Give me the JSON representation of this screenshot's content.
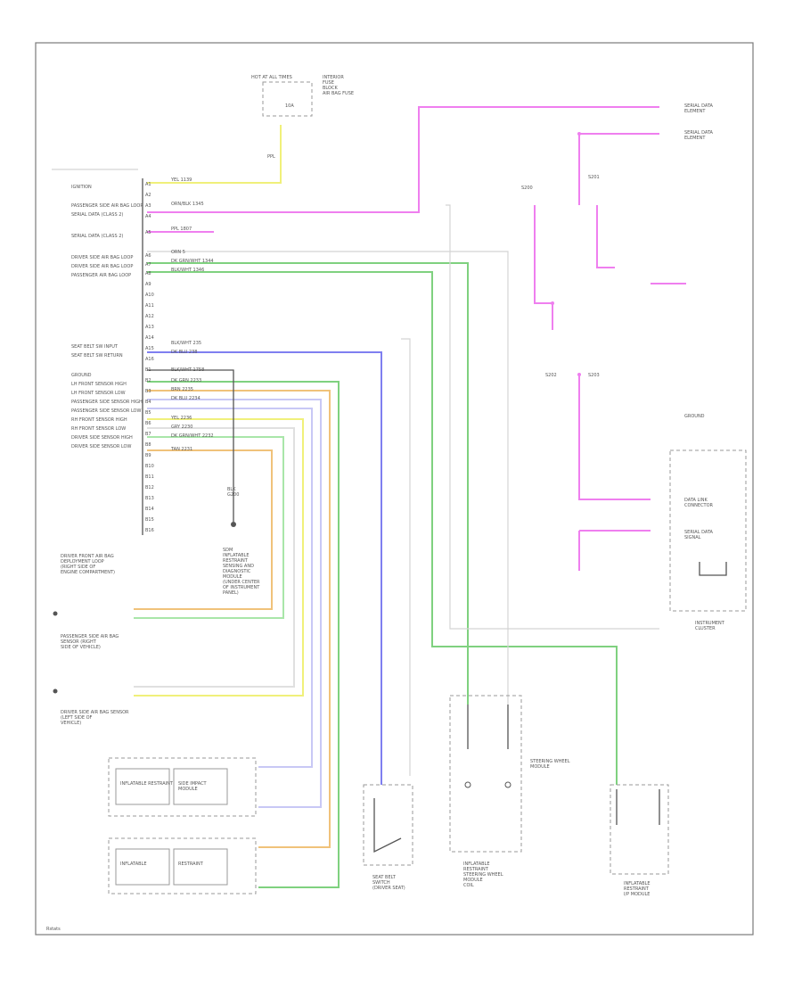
{
  "diagram": {
    "page_code": "Rstats",
    "top_connector": {
      "lines": [
        "HOT AT ALL TIMES",
        "INTERIOR",
        "FUSE",
        "BLOCK",
        "AIR BAG FUSE",
        "10A"
      ],
      "wire_label": "PPL"
    },
    "pin_labels": [
      "IGNITION",
      "PASSENGER SIDE AIR BAG LOOP",
      "SERIAL DATA (CLASS 2)",
      "SERIAL DATA (CLASS 2)",
      "DRIVER SIDE AIR BAG LOOP",
      "DRIVER SIDE AIR BAG LOOP",
      "PASSENGER AIR BAG LOOP",
      "SEAT BELT SW INPUT",
      "SEAT BELT SW RETURN",
      "GROUND",
      "LH FRONT SENSOR HIGH",
      "LH FRONT SENSOR LOW",
      "PASSENGER SIDE SENSOR HIGH",
      "PASSENGER SIDE SENSOR LOW",
      "RH FRONT SENSOR HIGH",
      "RH FRONT SENSOR LOW",
      "DRIVER SIDE SENSOR HIGH",
      "DRIVER SIDE SENSOR LOW"
    ],
    "wire_labels": [
      "YEL 1139",
      "ORN/BLK 1345",
      "PPL 1807",
      "ORN 5",
      "DK GRN/WHT 1344",
      "BLK/WHT 1346",
      "BLK/WHT 235",
      "DK BLU 238",
      "BLK/WHT 1758",
      "DK GRN 2233",
      "BRN 2235",
      "DK BLU 2234",
      "YEL 2236",
      "GRY 2230",
      "DK GRN/WHT 2232",
      "TAN 2231"
    ],
    "pin_numbers": [
      "A1",
      "A2",
      "A3",
      "A4",
      "A5",
      "A6",
      "A7",
      "A8",
      "A9",
      "A10",
      "A11",
      "A12",
      "A13",
      "A14",
      "A15",
      "A16",
      "B1",
      "B2",
      "B3",
      "B4",
      "B5",
      "B6",
      "B7",
      "B8",
      "B9",
      "B10",
      "B11",
      "B12",
      "B13",
      "B14",
      "B15",
      "B16"
    ],
    "module_label": [
      "SDM",
      "INFLATABLE",
      "RESTRAINT",
      "SENSING AND",
      "DIAGNOSTIC",
      "MODULE",
      "(UNDER CENTER",
      "OF INSTRUMENT",
      "PANEL)"
    ],
    "ground_label": [
      "BLK",
      "G200"
    ],
    "right_top_labels": [
      "SERIAL DATA",
      "ELEMENT",
      "SERIAL DATA",
      "ELEMENT"
    ],
    "splice_labels": [
      "S200",
      "S201",
      "S202",
      "S203"
    ],
    "left_blocks": [
      [
        "DRIVER FRONT AIR BAG",
        "DEPLOYMENT LOOP",
        "(RIGHT SIDE OF",
        "ENGINE COMPARTMENT)"
      ],
      [
        "PASSENGER SIDE AIR BAG",
        "SENSOR (RIGHT",
        "SIDE OF VEHICLE)"
      ],
      [
        "DRIVER SIDE AIR BAG SENSOR",
        "(LEFT SIDE OF",
        "VEHICLE)"
      ]
    ],
    "connector_boxes": [
      "INFLATABLE RESTRAINT",
      "SIDE IMPACT",
      "MODULE",
      "INFLATABLE",
      "RESTRAINT",
      "STEERING WHEEL",
      "MODULE"
    ],
    "bottom_labels": [
      [
        "SEAT BELT",
        "SWITCH",
        "(DRIVER SEAT)"
      ],
      [
        "INFLATABLE",
        "RESTRAINT",
        "STEERING WHEEL",
        "MODULE",
        "COIL"
      ],
      [
        "INFLATABLE",
        "RESTRAINT",
        "I/P MODULE"
      ]
    ],
    "right_labels": [
      "DATA LINK",
      "CONNECTOR",
      "INSTRUMENT",
      "CLUSTER",
      "SERIAL DATA",
      "SIGNAL",
      "GROUND"
    ],
    "colors": {
      "pink": "#ef7fef",
      "yellow": "#f0f07a",
      "green": "#7fd17f",
      "blue": "#7f7ff0",
      "orange": "#f0c27a",
      "lavender": "#c8c8f5",
      "light_green": "#a9e6a9",
      "gray": "#b0b0b0",
      "black": "#555555"
    }
  }
}
